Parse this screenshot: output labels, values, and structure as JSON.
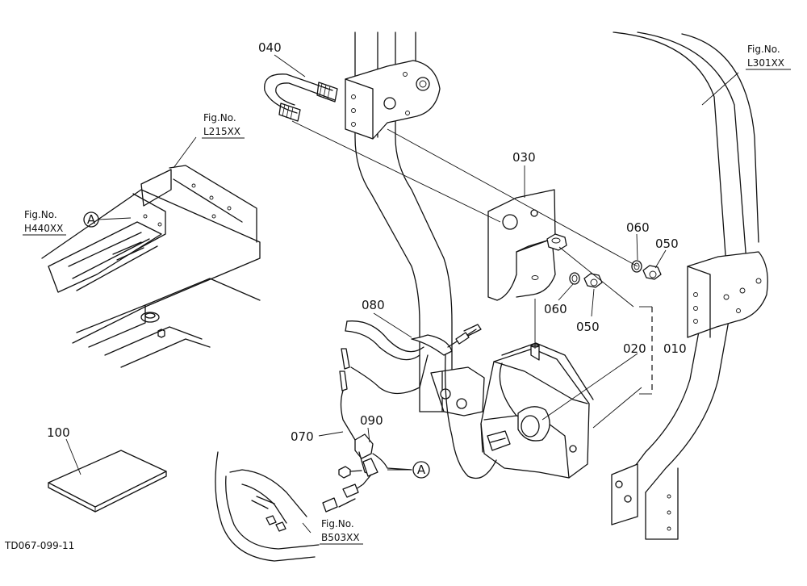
{
  "diagram": {
    "drawing_id": "TD067-099-11",
    "part_numbers": {
      "p010": "010",
      "p020": "020",
      "p030": "030",
      "p040": "040",
      "p050a": "050",
      "p050b": "050",
      "p060a": "060",
      "p060b": "060",
      "p070": "070",
      "p080": "080",
      "p090": "090",
      "p100": "100"
    },
    "figure_refs": {
      "l301": {
        "label": "Fig.No.",
        "code": "L301XX"
      },
      "l215": {
        "label": "Fig.No.",
        "code": "L215XX"
      },
      "h440": {
        "label": "Fig.No.",
        "code": "H440XX"
      },
      "b503": {
        "label": "Fig.No.",
        "code": "B503XX"
      }
    },
    "callout_letter": "A"
  }
}
